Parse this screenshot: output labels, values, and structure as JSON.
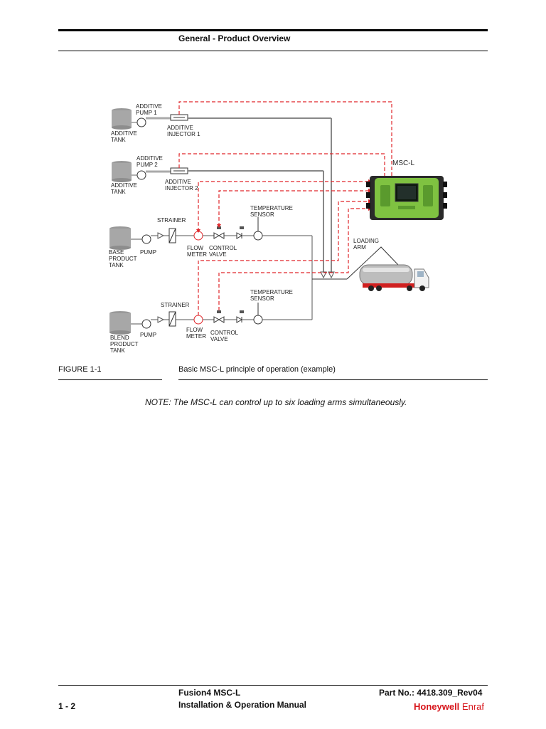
{
  "header": {
    "title": "General - Product Overview"
  },
  "figure": {
    "labels": {
      "additive_pump_1": "ADDITIVE\nPUMP 1",
      "additive_tank_1": "ADDITIVE\nTANK",
      "additive_injector_1": "ADDITIVE\nINJECTOR 1",
      "additive_pump_2": "ADDITIVE\nPUMP 2",
      "additive_tank_2": "ADDITIVE\nTANK",
      "additive_injector_2": "ADDITIVE\nINJECTOR 2",
      "msc_l": "MSC-L",
      "temp_sensor_1": "TEMPERATURE\nSENSOR",
      "strainer_1": "STRAINER",
      "base_product_tank": "BASE\nPRODUCT\nTANK",
      "pump_1": "PUMP",
      "flow_meter_1": "FLOW\nMETER",
      "control_valve_1": "CONTROL\nVALVE",
      "loading_arm": "LOADING\nARM",
      "temp_sensor_2": "TEMPERATURE\nSENSOR",
      "strainer_2": "STRAINER",
      "flow_meter_2": "FLOW\nMETER",
      "control_valve_2": "CONTROL\nVALVE",
      "blend_product_tank": "BLEND\nPRODUCT\nTANK",
      "pump_2": "PUMP"
    },
    "number": "FIGURE  1-1",
    "caption": "Basic MSC-L principle of operation (example)"
  },
  "note": "NOTE:  The MSC-L can control up to six loading arms simultaneously.",
  "footer": {
    "page": "1 - 2",
    "product": "Fusion4 MSC-L",
    "manual": "Installation & Operation Manual",
    "part_no": "Part No.: 4418.309_Rev04",
    "brand_1": "Honeywell",
    "brand_2": "Enraf",
    "brand_color": "#d7141a"
  },
  "colors": {
    "signal": "#e0262a",
    "pipe": "#555555",
    "device_green": "#7fc241"
  }
}
